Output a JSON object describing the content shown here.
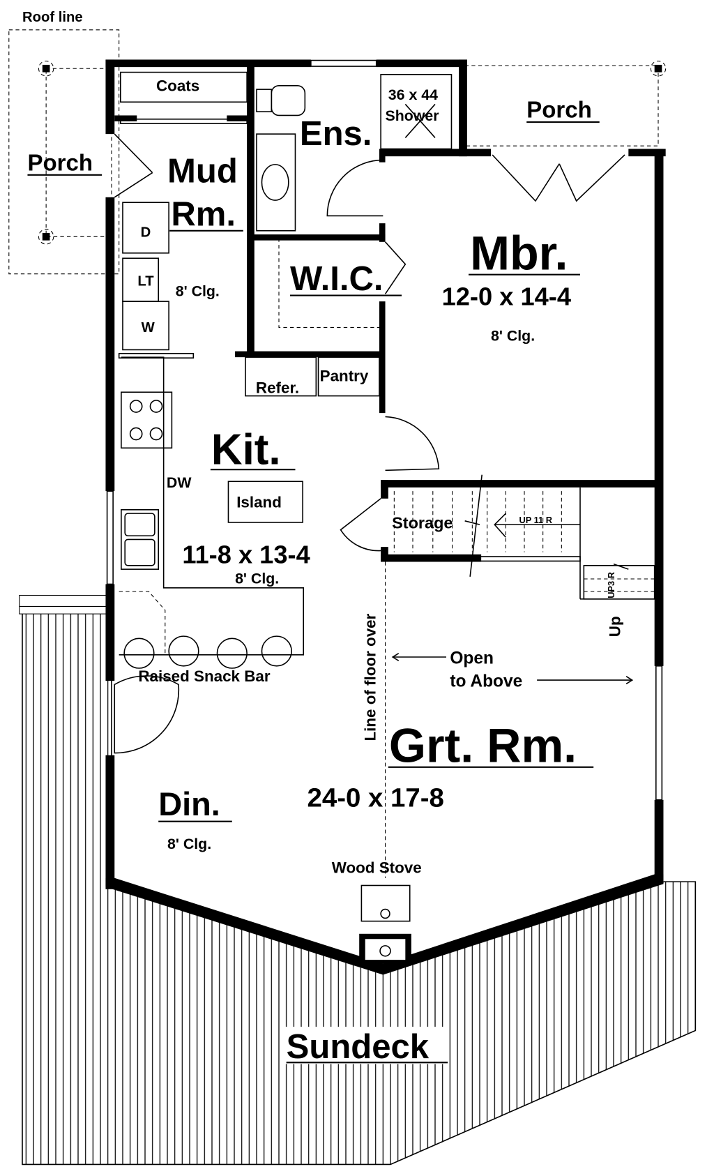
{
  "title": "Floor plan",
  "labels": {
    "roof_line": "Roof line",
    "porch_left": "Porch",
    "porch_right": "Porch",
    "coats": "Coats",
    "mud_rm_1": "Mud",
    "mud_rm_2": "Rm.",
    "dryer": "D",
    "laundry_tub": "LT",
    "washer": "W",
    "mud_clg": "8' Clg.",
    "ens": "Ens.",
    "shower_size": "36 x 44",
    "shower": "Shower",
    "wic": "W.I.C.",
    "mbr": "Mbr.",
    "mbr_size": "12-0 x 14-4",
    "mbr_clg": "8' Clg.",
    "refer": "Refer.",
    "pantry": "Pantry",
    "kit": "Kit.",
    "dw": "DW",
    "island": "Island",
    "kit_size": "11-8 x 13-4",
    "kit_clg": "8' Clg.",
    "storage": "Storage",
    "up_11r": "UP 11 R",
    "up_3r": "UP3 R",
    "up": "Up",
    "raised_snack_bar": "Raised Snack Bar",
    "line_of_floor_over": "Line of floor over",
    "open": "Open",
    "to_above": "to Above",
    "grt_rm": "Grt. Rm.",
    "grt_size": "24-0 x 17-8",
    "din": "Din.",
    "din_clg": "8' Clg.",
    "wood_stove": "Wood Stove",
    "sundeck": "Sundeck"
  }
}
